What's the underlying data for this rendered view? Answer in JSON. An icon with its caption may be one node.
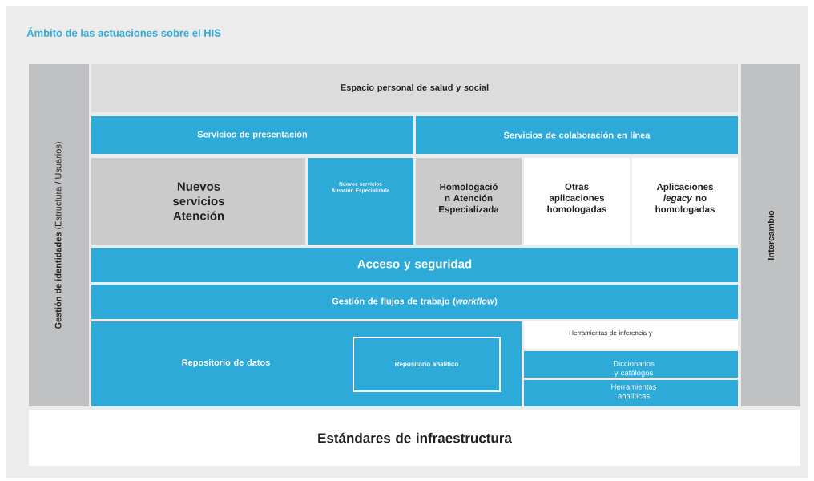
{
  "diagram": {
    "title": "Ámbito de las actuaciones sobre el HIS",
    "nodes": [
      {
        "text": [
          "**Gestión de identidades** (Estructura / Usuarios)"
        ]
      },
      {
        "text": [
          "Espacio personal de salud y social"
        ]
      },
      {
        "text": [
          "Servicios de presentación"
        ]
      },
      {
        "text": [
          "Servicios de colaboración en línea"
        ]
      },
      {
        "text": [
          "Nuevos servicios Atención"
        ]
      },
      {
        "text": [
          "Nuevos servicios Atención Especializada"
        ]
      },
      {
        "text": [
          "Homologació n Atención Especializada"
        ]
      },
      {
        "text": [
          "Otras aplicaciones homologadas"
        ]
      },
      {
        "text": [
          "Aplicaciones *legacy* no homologadas"
        ]
      },
      {
        "text": [
          "Acceso y seguridad"
        ]
      },
      {
        "text": [
          "Gestión de flujos de trabajo (*workflow*)"
        ]
      },
      {
        "text": [
          "Repositorio de datos"
        ]
      },
      {
        "text": [
          "Repositorio analítico"
        ],
        "in": 11
      },
      {
        "text": [
          "Herramientas de inferencia y"
        ]
      },
      {
        "text": [
          "Diccionarios y catálogos"
        ]
      },
      {
        "text": [
          "Herramientas analíticas"
        ]
      },
      {
        "text": [
          "Intercambio"
        ]
      },
      {
        "text": [
          "Estándares de infraestructura"
        ]
      }
    ]
  }
}
